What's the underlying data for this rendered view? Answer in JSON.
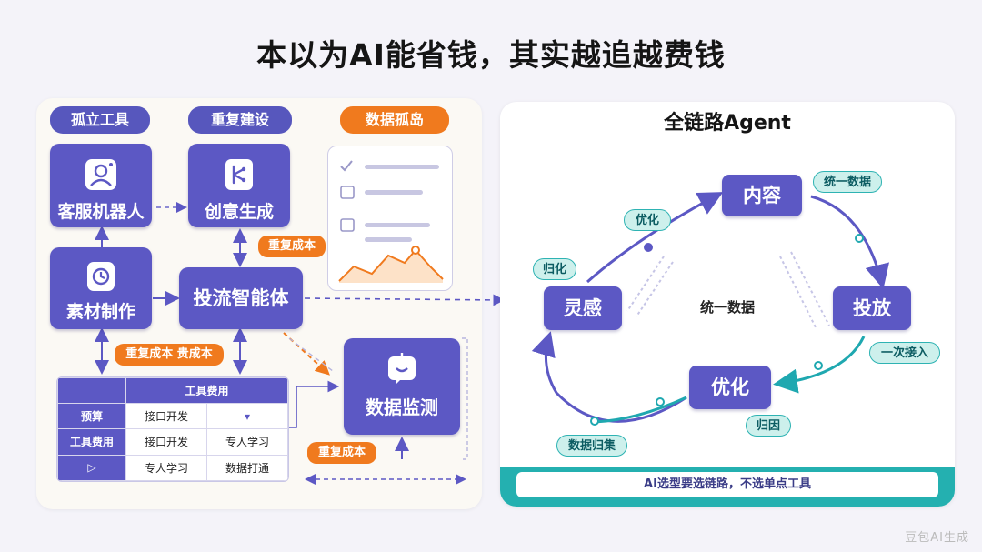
{
  "title": "本以为AI能省钱，其实越追越费钱",
  "left": {
    "pills": {
      "isolated": "孤立工具",
      "rebuild": "重复建设",
      "island": "数据孤岛"
    },
    "cards": {
      "service_bot": "客服机器人",
      "creative": "创意生成",
      "material": "素材制作",
      "ad_agent": "投流智能体",
      "monitor": "数据监测"
    },
    "tags": {
      "repeat1": "重复成本",
      "repeat2": "重复成本 贵成本",
      "repeat3": "重复成本"
    },
    "table": {
      "header": "工具费用",
      "rows": [
        {
          "side": "预算",
          "c1": "接口开发",
          "c2": "▾"
        },
        {
          "side": "工具费用",
          "c1": "接口开发",
          "c2": "专人学习"
        },
        {
          "side": "▷",
          "c1": "专人学习",
          "c2": "数据打通"
        }
      ]
    }
  },
  "right": {
    "title": "全链路Agent",
    "nodes": {
      "content": "内容",
      "inspiration": "灵感",
      "launch": "投放",
      "optimize": "优化"
    },
    "center": "统一数据",
    "tags": {
      "unified": "统一数据",
      "optimize": "优化",
      "attribute": "归化",
      "once": "一次接入",
      "cause": "归因",
      "collect": "数据归集"
    },
    "footer": "AI选型要选链路，不选单点工具"
  },
  "watermark": "豆包AI生成",
  "colors": {
    "card": "#5c58c4",
    "accent": "#f07a1e",
    "teal": "#24b0b0"
  },
  "icons": [
    "user-icon",
    "flow-icon",
    "clock-icon",
    "chat-icon",
    "checklist-icon"
  ]
}
